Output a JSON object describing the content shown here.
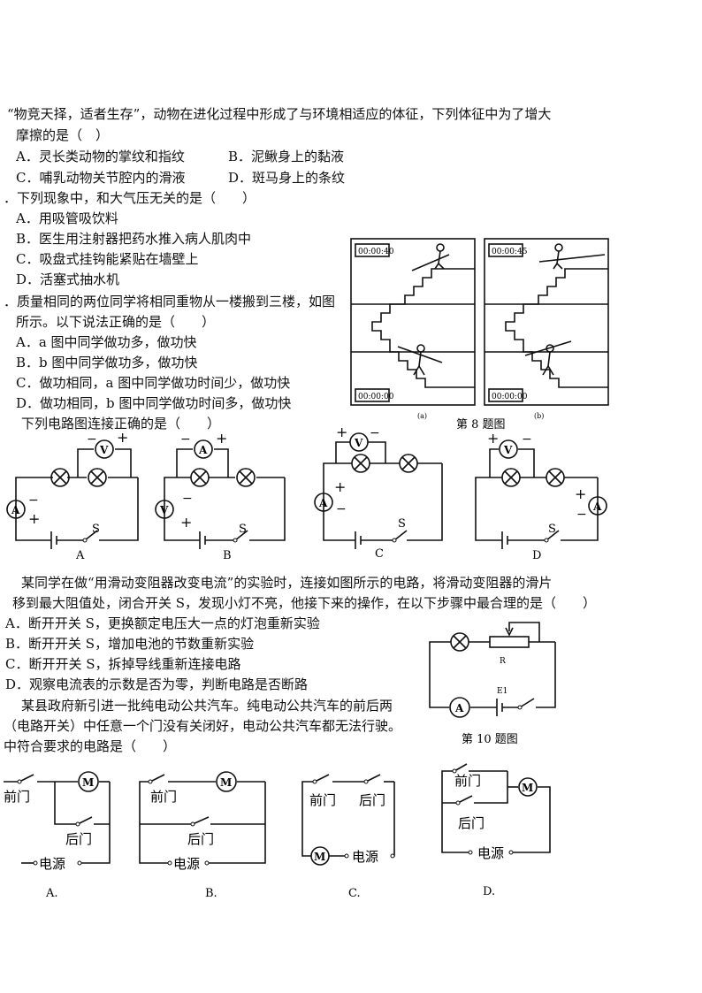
{
  "q7": {
    "stem1": "“物竞天择，适者生存”，动物在进化过程中形成了与环境相适应的体征，下列体征中为了增大",
    "stem2": "摩擦的是（　）",
    "options": [
      "A．灵长类动物的掌纹和指纹",
      "B．泥鳅身上的黏液",
      "C．哺乳动物关节腔内的滑液",
      "D．斑马身上的条纹"
    ]
  },
  "q8": {
    "stem": "．下列现象中，和大气压无关的是（　　）",
    "options": [
      "A．用吸管吸饮料",
      "B．医生用注射器把药水推入病人肌肉中",
      "C．吸盘式挂钩能紧贴在墙壁上",
      "D．活塞式抽水机"
    ]
  },
  "q9": {
    "stem1": "．质量相同的两位同学将相同重物从一楼搬到三楼，如图",
    "stem2": "所示。以下说法正确的是（　　）",
    "options": [
      "A．a 图中同学做功多，做功快",
      "B．b 图中同学做功多，做功快",
      "C．做功相同，a 图中同学做功时间少，做功快",
      "D．做功相同，b 图中同学做功时间多，做功快"
    ]
  },
  "fig8": {
    "timer_a_top": "00:00:40",
    "timer_a_bottom": "00:00:00",
    "timer_b_top": "00:00:45",
    "timer_b_bottom": "00:00:00",
    "label_a": "(a)",
    "label_b": "(b)",
    "caption": "第 8 题图"
  },
  "q10": {
    "stem": "下列电路图连接正确的是（　　）",
    "labels": [
      "A",
      "B",
      "C",
      "D"
    ],
    "switch": "S",
    "voltmeter": "V",
    "ammeter": "A",
    "plus": "+",
    "minus": "−"
  },
  "q11": {
    "stem1": "某同学在做“用滑动变阻器改变电流”的实验时，连接如图所示的电路，将滑动变阻器的滑片",
    "stem2": "移到最大阻值处，闭合开关 S，发现小灯不亮，他接下来的操作，在以下步骤中最合理的是（　　）",
    "options": [
      "A．断开开关 S，更换额定电压大一点的灯泡重新实验",
      "B．断开开关 S，增加电池的节数重新实验",
      "C．断开开关 S，拆掉导线重新连接电路",
      "D．观察电流表的示数是否为零，判断电路是否断路"
    ],
    "fig_r": "R",
    "fig_e": "E1",
    "caption": "第 10 题图"
  },
  "q12": {
    "stem1": "某县政府新引进一批纯电动公共汽车。纯电动公共汽车的前后两",
    "stem2": "（电路开关）中任意一个门没有关闭好，电动公共汽车都无法行驶。",
    "stem3": "中符合要求的电路是（　　）",
    "front": "前门",
    "back": "后门",
    "power": "电源",
    "motor": "M",
    "labels": [
      "A.",
      "B.",
      "C.",
      "D."
    ]
  }
}
